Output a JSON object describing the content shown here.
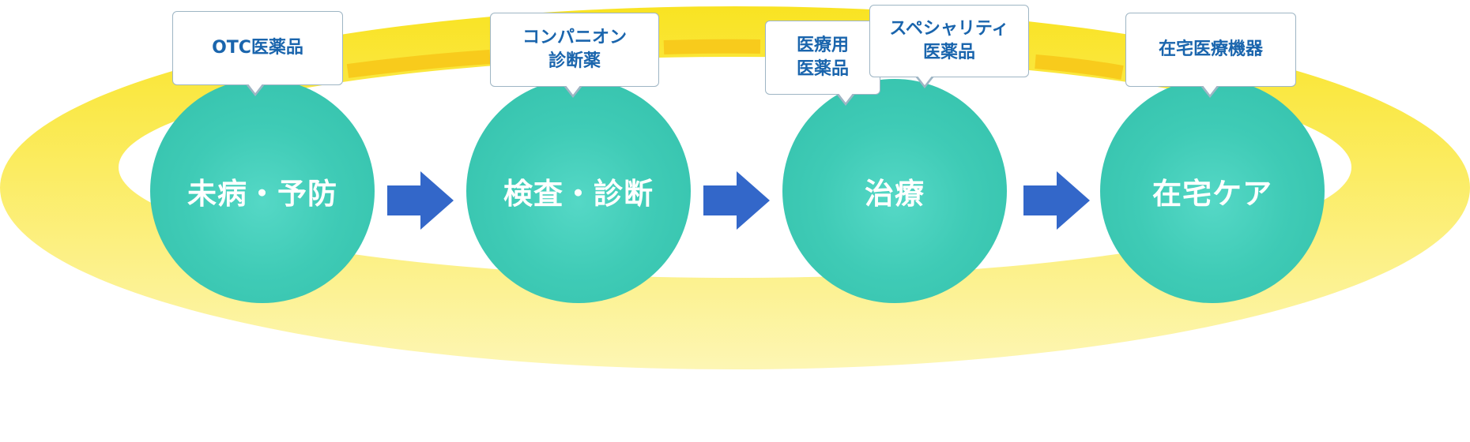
{
  "colors": {
    "ring": "#f9e322",
    "ring_fade": "#fdf6b4",
    "connector": "#f8cb1c",
    "circle": "#3fcbb6",
    "arrow": "#3367c9",
    "bubble_text": "#1a65ad",
    "bubble_border": "#9eb5c4"
  },
  "stages": [
    {
      "label": "未病・予防"
    },
    {
      "label": "検査・診断"
    },
    {
      "label": "治療"
    },
    {
      "label": "在宅ケア"
    }
  ],
  "callouts": [
    {
      "text": "OTC医薬品"
    },
    {
      "text": "コンパニオン\n診断薬"
    },
    {
      "text": "医療用\n医薬品"
    },
    {
      "text": "スペシャリティ\n医薬品"
    },
    {
      "text": "在宅医療機器"
    }
  ],
  "arrow_icon": "right-arrow-icon"
}
